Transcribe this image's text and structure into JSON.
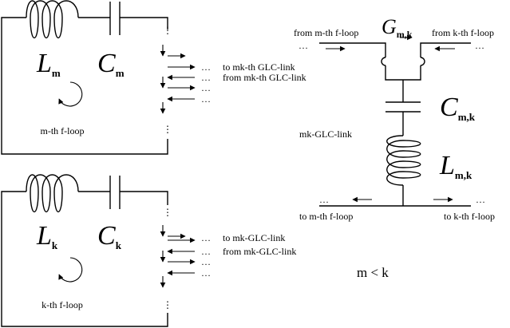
{
  "loop_m": {
    "inductor": {
      "symbol": "L",
      "sub": "m"
    },
    "capacitor": {
      "symbol": "C",
      "sub": "m"
    },
    "caption": "m-th f-loop",
    "link_out": "to mk-th GLC-link",
    "link_in": "from mk-th GLC-link"
  },
  "loop_k": {
    "inductor": {
      "symbol": "L",
      "sub": "k"
    },
    "capacitor": {
      "symbol": "C",
      "sub": "k"
    },
    "caption": "k-th f-loop",
    "link_out": "to mk-GLC-link",
    "link_in": "from mk-GLC-link"
  },
  "glc_link": {
    "conductance": {
      "symbol": "G",
      "sub": "m,k"
    },
    "capacitor": {
      "symbol": "C",
      "sub": "m,k"
    },
    "inductor": {
      "symbol": "L",
      "sub": "m,k"
    },
    "name": "mk-GLC-link",
    "from_m": "from m-th f-loop",
    "from_k": "from k-th f-loop",
    "to_m": "to m-th f-loop",
    "to_k": "to k-th f-loop"
  },
  "relation": "m < k",
  "ellipsis": "…"
}
